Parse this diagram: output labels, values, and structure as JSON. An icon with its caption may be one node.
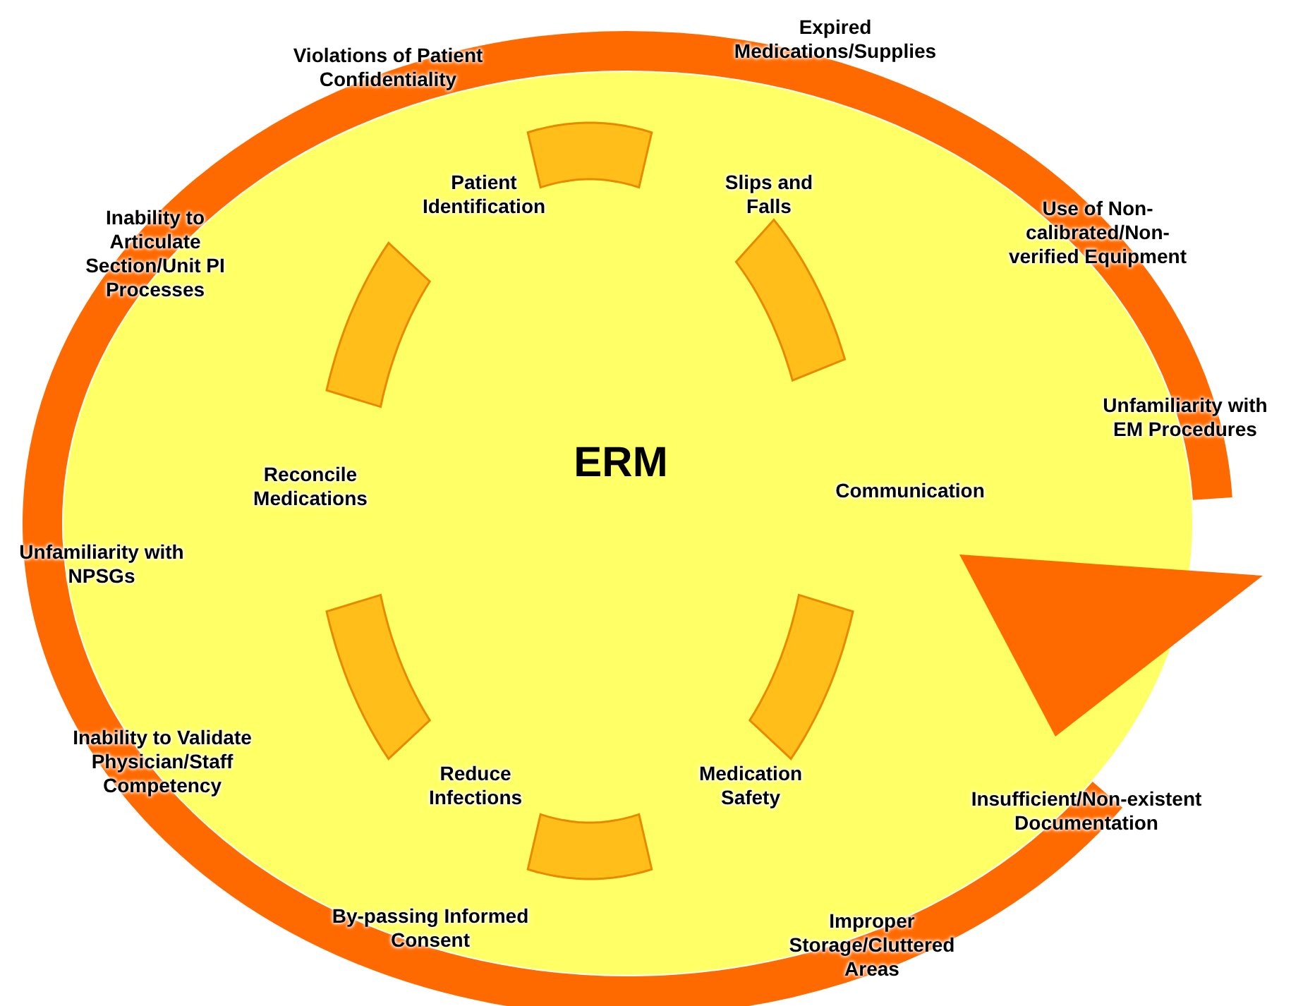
{
  "diagram": {
    "nodes": [
      {
        "text": [
          "ERM"
        ]
      }
    ],
    "labels": [
      "Expired Medications/Supplies",
      "Violations of Patient Confidentiality",
      "Patient Identification",
      "Slips and Falls",
      "Inability to Articulate Section/Unit PI Processes",
      "Use of Non-calibrated/Non-verified Equipment",
      "Unfamiliarity with EM Procedures",
      "Reconcile Medications",
      "Communication",
      "Unfamiliarity with NPSGs",
      "Inability to Validate Physician/Staff Competency",
      "Reduce Infections",
      "Medication Safety",
      "Insufficient/Non-existent Documentation",
      "By-passing Informed Consent",
      "Improper Storage/Cluttered Areas"
    ]
  }
}
